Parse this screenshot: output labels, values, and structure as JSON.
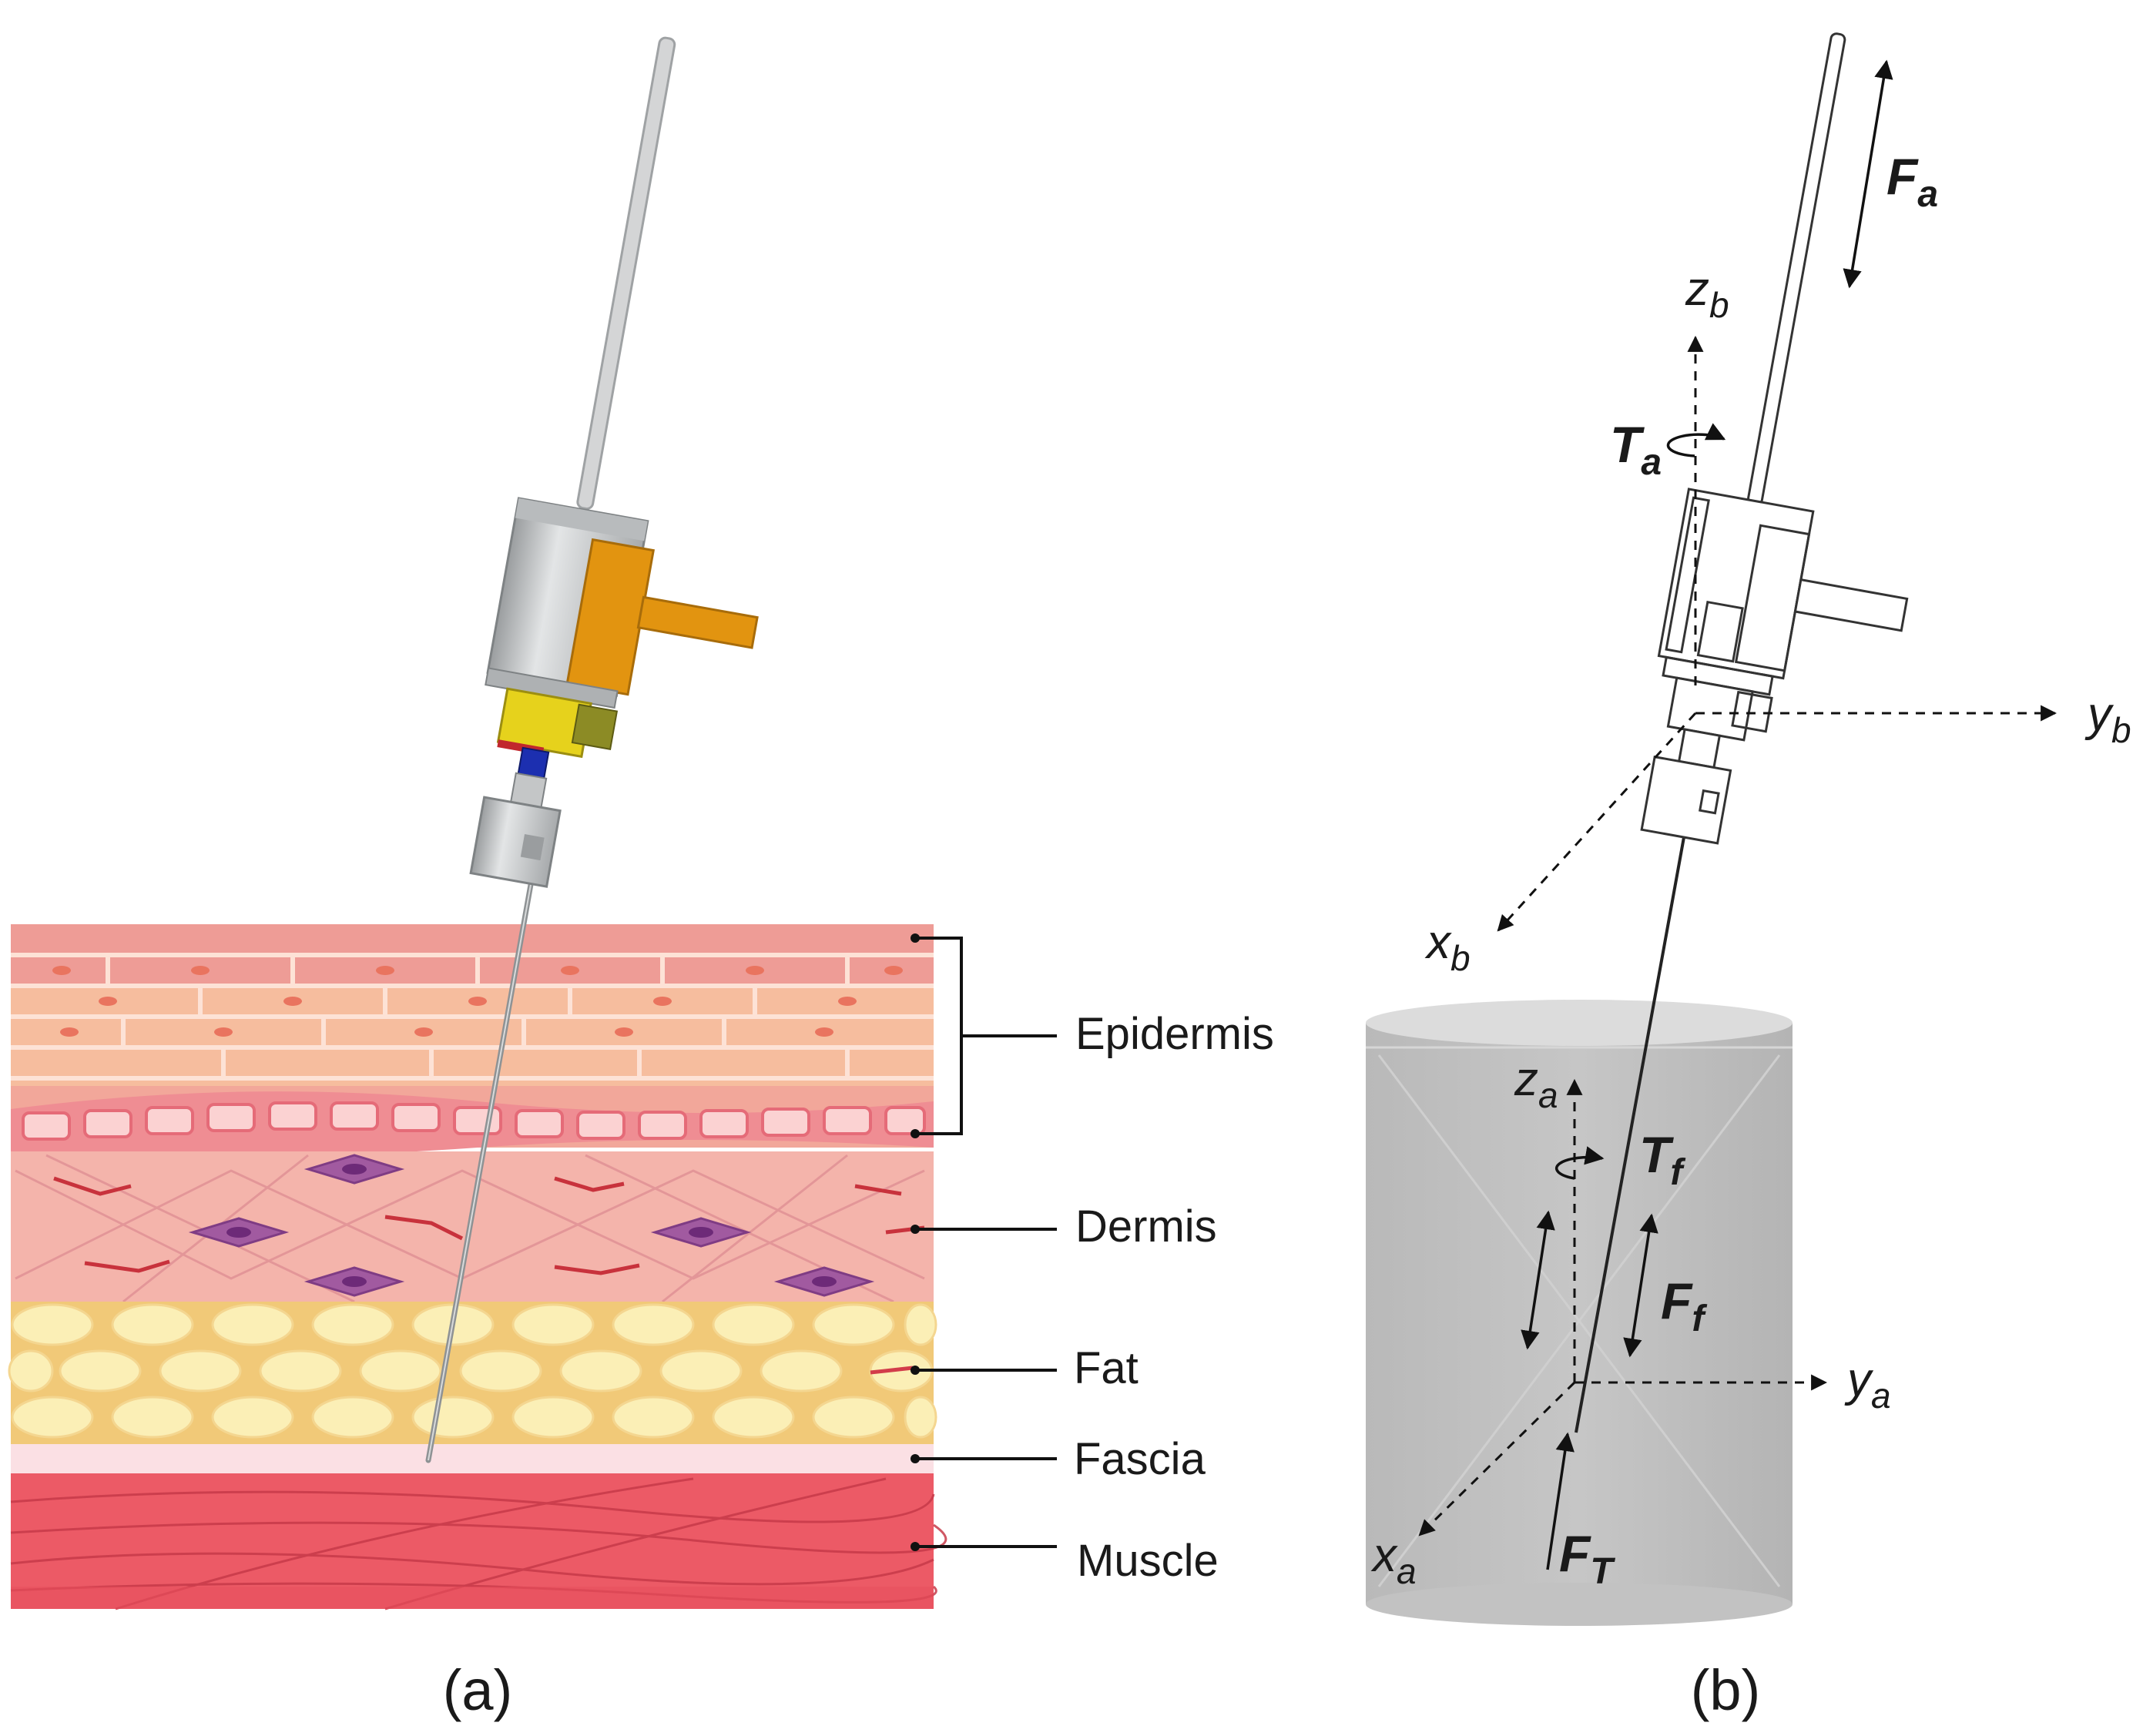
{
  "panel_a": {
    "label": "(a)",
    "layers": [
      {
        "name": "Epidermis",
        "color": "#f5b3a3"
      },
      {
        "name": "Dermis",
        "color": "#f3a9a4"
      },
      {
        "name": "Fat",
        "color": "#f8e6a6"
      },
      {
        "name": "Fascia",
        "color": "#fadadd"
      },
      {
        "name": "Muscle",
        "color": "#ee5a66"
      }
    ]
  },
  "panel_b": {
    "label": "(b)",
    "forces": {
      "Fa": {
        "main": "F",
        "sub": "a"
      },
      "Ta": {
        "main": "T",
        "sub": "a"
      },
      "Tf": {
        "main": "T",
        "sub": "f"
      },
      "Ff": {
        "main": "F",
        "sub": "f"
      },
      "FT": {
        "main": "F",
        "sub": "T"
      }
    },
    "axes": {
      "zb": {
        "main": "z",
        "sub": "b"
      },
      "yb": {
        "main": "y",
        "sub": "b"
      },
      "xb": {
        "main": "x",
        "sub": "b"
      },
      "za": {
        "main": "z",
        "sub": "a"
      },
      "ya": {
        "main": "y",
        "sub": "a"
      },
      "xa": {
        "main": "x",
        "sub": "a"
      }
    }
  },
  "colors": {
    "handle_orange": "#e29410",
    "body_gray": "#c9cbcc",
    "clamp_yellow": "#e6d21c",
    "connector_blue": "#1c2fb0",
    "phantom_gray": "#bdbdbd"
  }
}
